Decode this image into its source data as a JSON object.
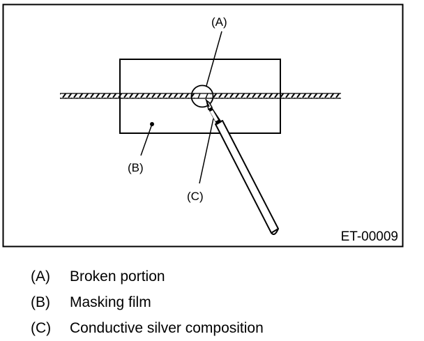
{
  "figure": {
    "callouts": {
      "a": "(A)",
      "b": "(B)",
      "c": "(C)"
    },
    "figure_code": "ET-00009"
  },
  "legend": [
    {
      "key": "(A)",
      "text": "Broken portion"
    },
    {
      "key": "(B)",
      "text": "Masking film"
    },
    {
      "key": "(C)",
      "text": "Conductive silver composition"
    }
  ]
}
